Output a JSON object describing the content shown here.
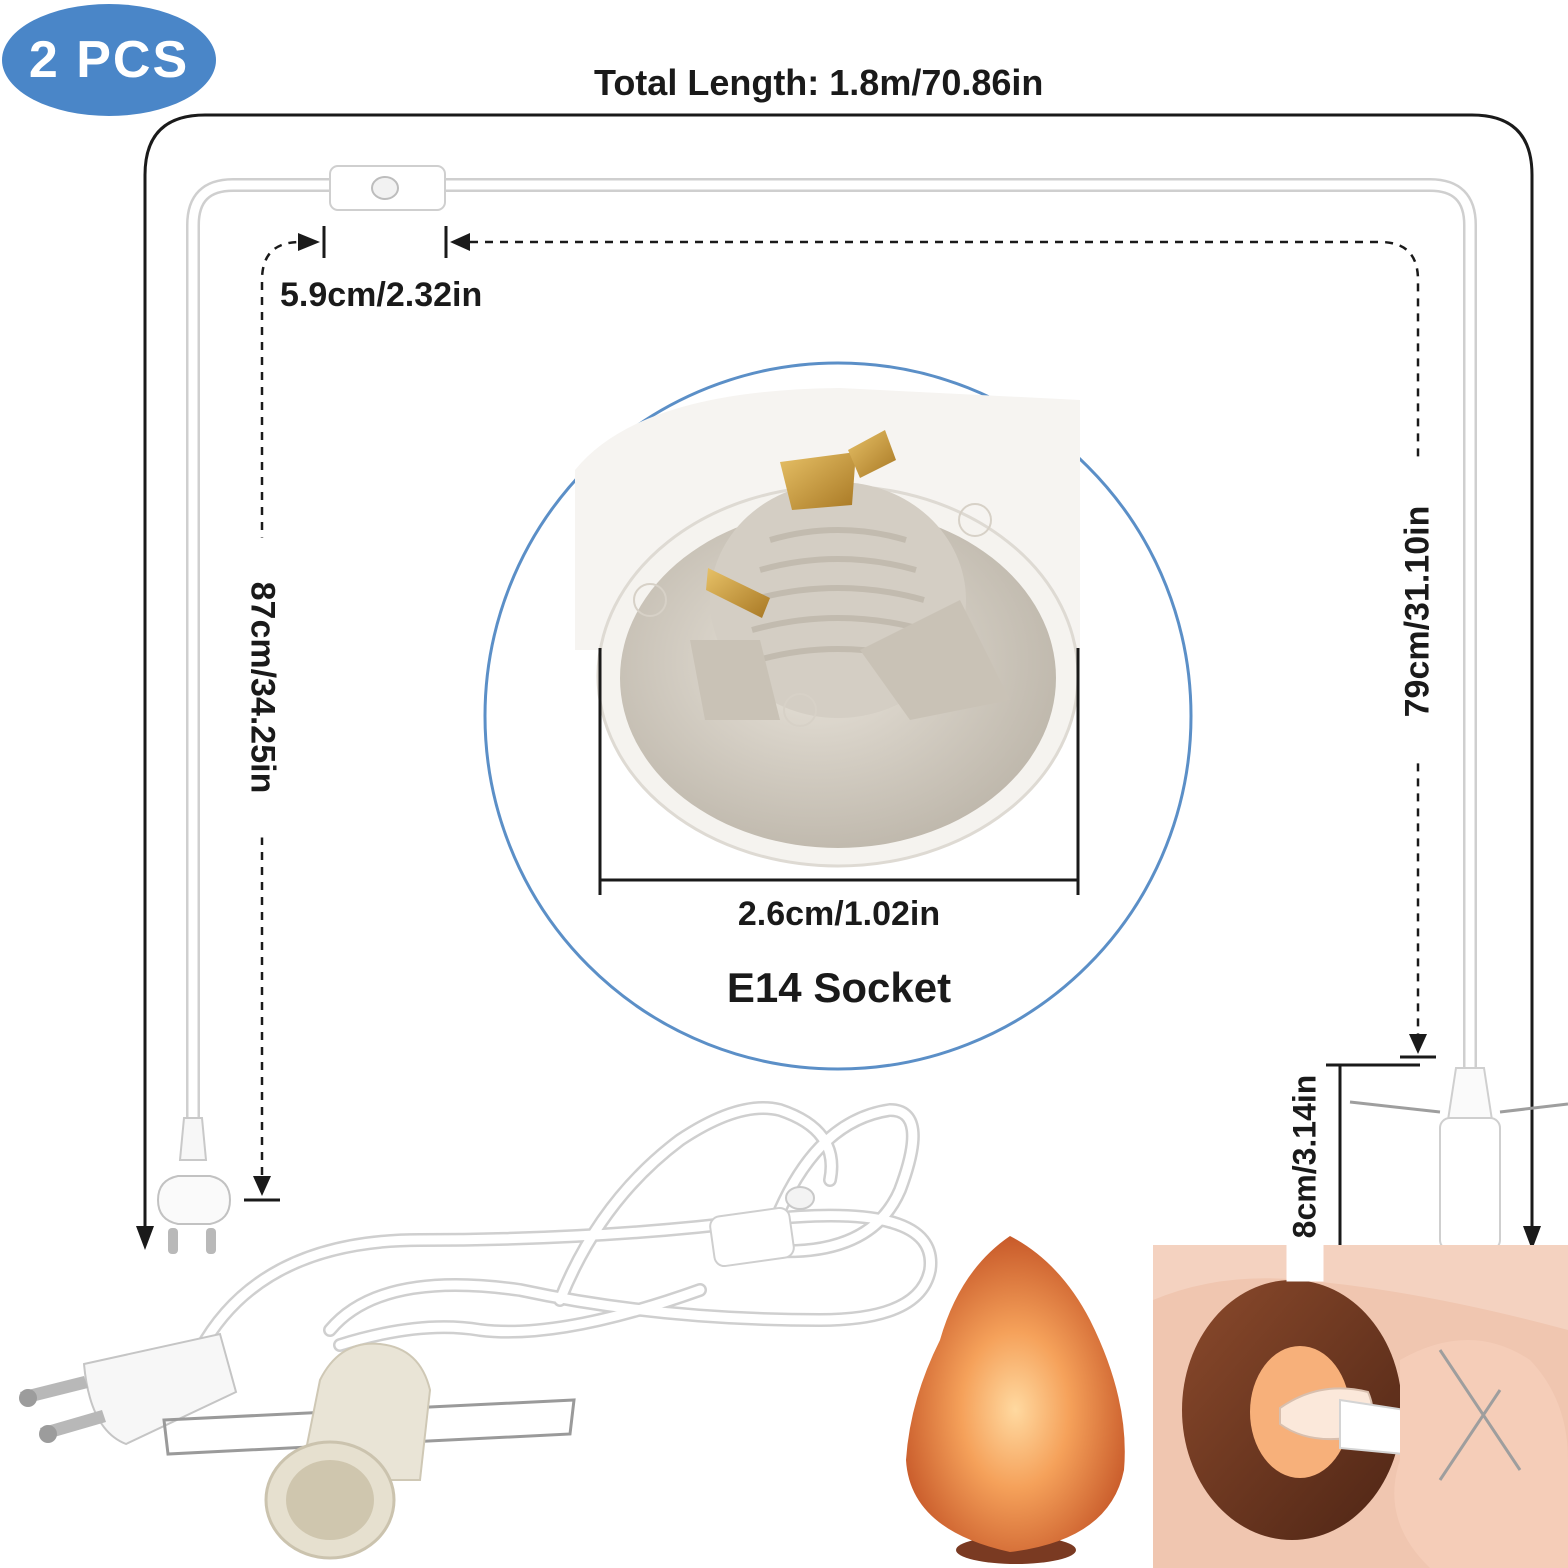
{
  "badge": {
    "text": "2 PCS",
    "color": "#4a86c8"
  },
  "dimensions": {
    "total_length": "Total Length: 1.8m/70.86in",
    "switch_offset": "5.9cm/2.32in",
    "plug_to_switch": "87cm/34.25in",
    "switch_to_socket": "79cm/31.10in",
    "socket_length": "8cm/3.14in",
    "socket_diameter": "2.6cm/1.02in"
  },
  "socket": {
    "name": "E14 Socket",
    "circle_color": "#5b8fc7"
  },
  "icons": [
    "eu-plug-icon",
    "rocker-switch-icon",
    "e14-socket-icon",
    "salt-lamp-icon",
    "socket-install-icon"
  ]
}
